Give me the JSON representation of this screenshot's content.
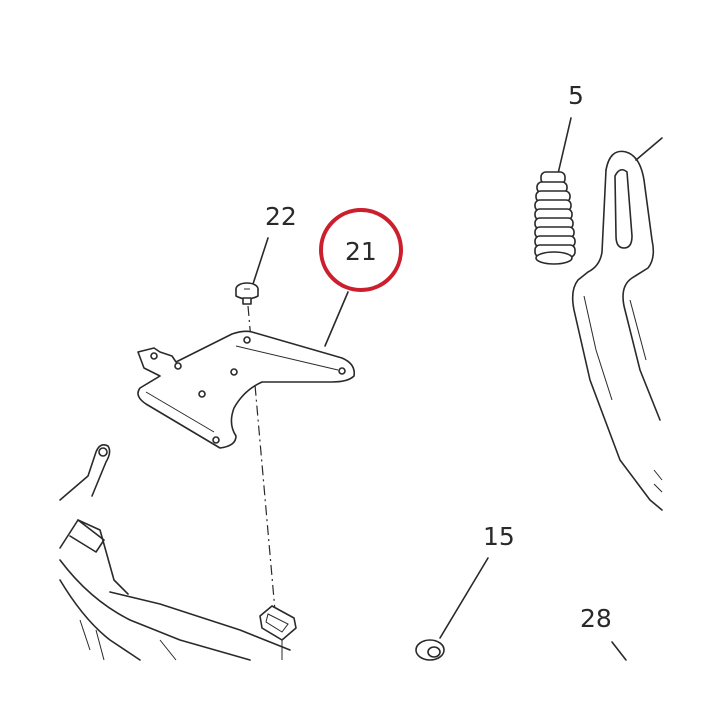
{
  "callouts": {
    "c5": "5",
    "c22": "22",
    "c21": "21",
    "c15": "15",
    "c28": "28"
  },
  "colors": {
    "ink": "#2a2a2a",
    "highlight": "#cc1f2e",
    "background": "#ffffff"
  },
  "highlighted_callout": "21"
}
